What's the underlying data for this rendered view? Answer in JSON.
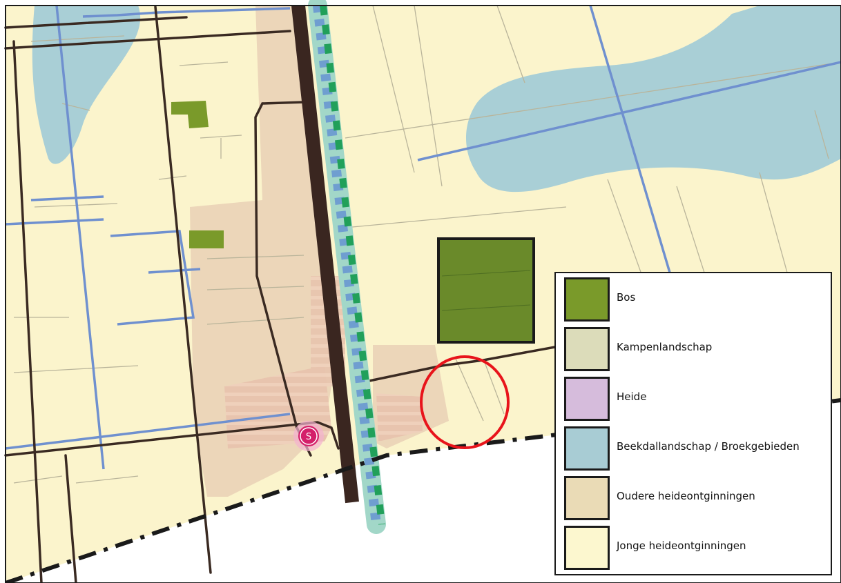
{
  "legend": {
    "items": [
      {
        "label": "Bos",
        "color": "#7a9a2a"
      },
      {
        "label": "Kampenlandschap",
        "color": "#dcdcba"
      },
      {
        "label": "Heide",
        "color": "#d6bcdc"
      },
      {
        "label": "Beekdallandschap / Broekgebieden",
        "color": "#a8ccd4"
      },
      {
        "label": "Oudere heideontginningen",
        "color": "#eadbb6"
      },
      {
        "label": "Jonge heideontginningen",
        "color": "#fcf7cf"
      }
    ]
  },
  "map": {
    "station_label": "S",
    "colors": {
      "background": "#fbf4cc",
      "stream_area": "#a9cfd6",
      "old_reclamation": "#ecd6b9",
      "forest": "#6a8a2a",
      "water_line": "#6f90cf",
      "road": "#3a2a22",
      "railway": "#3a2620",
      "station": "#d4206a",
      "highlight_circle": "#e8141b"
    }
  }
}
